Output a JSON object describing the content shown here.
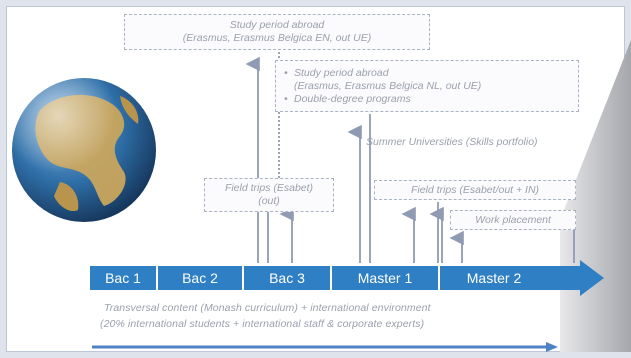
{
  "study_abroad_top": {
    "line1": "Study period abroad",
    "line2": "(Erasmus, Erasmus Belgica EN, out UE)"
  },
  "study_abroad_mid": {
    "item1_line1": "Study period abroad",
    "item1_line2": "(Erasmus, Erasmus Belgica NL, out UE)",
    "item2": "Double-degree programs"
  },
  "summer_universities": "Summer Universities  (Skills portfolio)",
  "field_trips_bac": {
    "line1": "Field trips (Esabet)",
    "line2": "(out)"
  },
  "field_trips_master": "Field trips (Esabet/out + IN)",
  "work_placement": "Work placement",
  "stages": [
    "Bac 1",
    "Bac 2",
    "Bac 3",
    "Master 1",
    "Master 2"
  ],
  "transversal": {
    "line1": "Transversal content (Monash curriculum) + international environment",
    "line2": "(20% international students + international staff & corporate experts)"
  },
  "colors": {
    "stage_bar": "#2f7fc4",
    "arrow_blue": "#4f82c4",
    "connector": "#8e9bb3",
    "box_border": "#a9b3c4",
    "muted_text": "#9aa0ad",
    "globe_ocean": "#2f6fa8",
    "globe_land": "#c9a55d"
  },
  "icons": {
    "globe": "globe-icon"
  }
}
